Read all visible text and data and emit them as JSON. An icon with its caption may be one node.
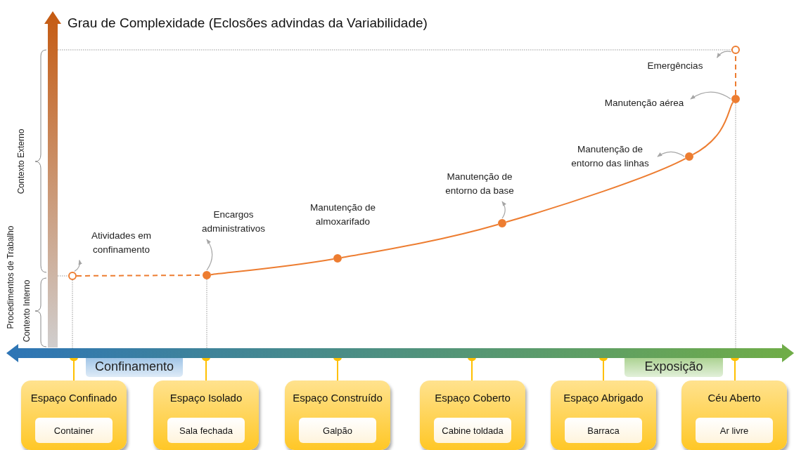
{
  "diagram": {
    "title": "Grau de Complexidade (Eclosões advindas da Variabilidade)",
    "nodes": [
      {
        "text": [
          "Espaço Confinado"
        ]
      },
      {
        "text": [
          "Container"
        ],
        "in": 0
      },
      {
        "text": [
          "Espaço Isolado"
        ]
      },
      {
        "text": [
          "Sala fechada"
        ],
        "in": 2
      },
      {
        "text": [
          "Espaço Construído"
        ]
      },
      {
        "text": [
          "Galpão"
        ],
        "in": 4
      },
      {
        "text": [
          "Espaço Coberto"
        ]
      },
      {
        "text": [
          "Cabine toldada"
        ],
        "in": 6
      },
      {
        "text": [
          "Espaço Abrigado"
        ]
      },
      {
        "text": [
          "Barraca"
        ],
        "in": 8
      },
      {
        "text": [
          "Céu Aberto"
        ]
      },
      {
        "text": [
          "Ar livre"
        ],
        "in": 10
      },
      {
        "text": [
          "Confinamento"
        ]
      },
      {
        "text": [
          "Exposição"
        ]
      },
      {
        "text": [],
        "shape": "circle"
      },
      {
        "text": [],
        "shape": "circle"
      },
      {
        "text": [],
        "shape": "circle"
      },
      {
        "text": [],
        "shape": "circle"
      },
      {
        "text": [],
        "shape": "circle"
      },
      {
        "text": [],
        "shape": "circle"
      },
      {
        "text": [],
        "shape": "circle"
      },
      {
        "text": [
          "Atividades em confinamento"
        ]
      },
      {
        "text": [
          "Encargos administrativos"
        ]
      },
      {
        "text": [
          "Manutenção de almoxarifado"
        ]
      },
      {
        "text": [
          "Manutenção de entorno da base"
        ]
      },
      {
        "text": [
          "Manutenção de entorno das linhas"
        ]
      },
      {
        "text": [
          "Manutenção aérea"
        ]
      },
      {
        "text": [
          "Emergências"
        ]
      },
      {
        "text": [],
        "shape": "bar"
      }
    ],
    "edges": [
      {
        "from": 14,
        "to": 15,
        "arrow": "none",
        "style": "dashed"
      },
      {
        "from": 15,
        "to": 16,
        "arrow": "none"
      },
      {
        "from": 16,
        "to": 17,
        "arrow": "none"
      },
      {
        "from": 17,
        "to": 18,
        "arrow": "none"
      },
      {
        "from": 18,
        "to": 19,
        "arrow": "none"
      },
      {
        "from": 19,
        "to": 20,
        "arrow": "none",
        "style": "dashed"
      },
      {
        "from": 14,
        "to": 21,
        "arrow": "to",
        "color": "#a6a6a6"
      },
      {
        "from": 15,
        "to": 22,
        "arrow": "to",
        "color": "#a6a6a6"
      },
      {
        "from": 17,
        "to": 24,
        "arrow": "to",
        "color": "#a6a6a6"
      },
      {
        "from": 18,
        "to": 25,
        "arrow": "to",
        "color": "#a6a6a6"
      },
      {
        "from": 19,
        "to": 26,
        "arrow": "to",
        "color": "#a6a6a6"
      },
      {
        "from": 20,
        "to": 27,
        "arrow": "to",
        "color": "#a6a6a6"
      },
      {
        "from": 28,
        "to": 0,
        "arrow": "other",
        "color": "#ffc000"
      },
      {
        "from": 28,
        "to": 2,
        "arrow": "other",
        "color": "#ffc000"
      },
      {
        "from": 28,
        "to": 4,
        "arrow": "other",
        "color": "#ffc000"
      },
      {
        "from": 28,
        "to": 6,
        "arrow": "other",
        "color": "#ffc000"
      },
      {
        "from": 28,
        "to": 8,
        "arrow": "other",
        "color": "#ffc000"
      },
      {
        "from": 28,
        "to": 10,
        "arrow": "other",
        "color": "#ffc000"
      },
      {
        "from": 14,
        "to": 28,
        "arrow": "none",
        "style": "dashed",
        "color": "#999999"
      },
      {
        "from": 15,
        "to": 28,
        "arrow": "none",
        "style": "dashed",
        "color": "#999999"
      },
      {
        "from": 19,
        "to": 28,
        "arrow": "none",
        "style": "dashed",
        "color": "#999999"
      }
    ],
    "labels": [
      "Contexto Externo",
      "Procedimentos de Trabalho",
      "Contexto Interno"
    ]
  }
}
